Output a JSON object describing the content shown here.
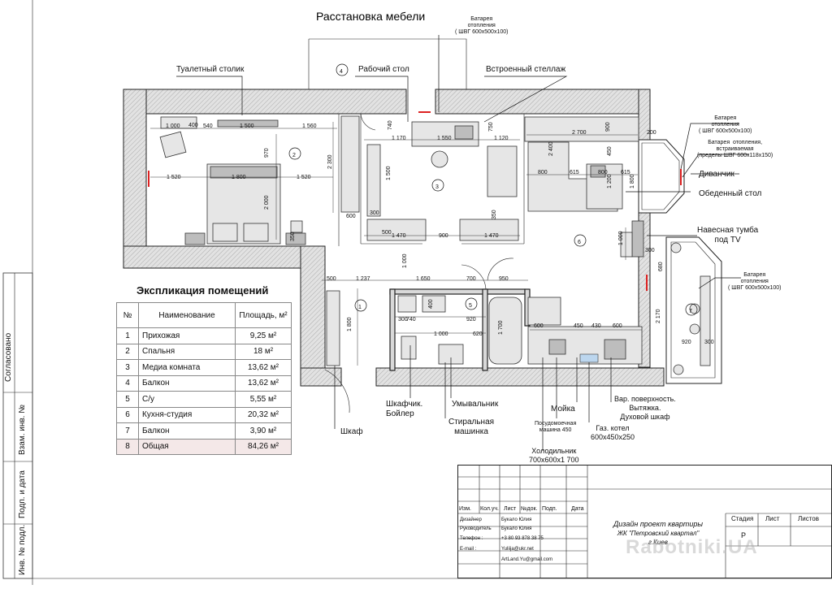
{
  "drawing_title": "Расстановка мебели",
  "labels": {
    "battery_top": "Батарея\nотопления\n( ШВГ 600х500х100)",
    "dressing_table": "Туалетный столик",
    "desk": "Рабочий стол",
    "shelving": "Встроенный стеллаж",
    "battery_right1": "Батарея\nотопления\n( ШВГ 600х500х100)",
    "battery_right2": "Батарея  отопления,\nвстраиваемая\n(пределы ШВГ 600х118х150)",
    "sofa": "Диванчик",
    "dining_table": "Обеденный стол",
    "tv_stand": "Навесная тумба\nпод TV",
    "battery_right3": "Батарея\nотопления\n( ШВГ 600х500х100)",
    "wardrobe": "Шкаф",
    "cabinet_boiler": "Шкафчик.\nБойлер",
    "sink_bath": "Умывальник",
    "washer": "Стиральная\nмашинка",
    "kitchen_sink": "Мойка",
    "dishwasher": "Посудомоечная\nмашина 450",
    "fridge": "Холодильник\n700х600х1 700",
    "gas_boiler": "Газ. котел\n600х450х250",
    "hob": "Вар. поверхность.\nВытяжка.\nДуховой шкаф"
  },
  "room_numbers": [
    "1",
    "2",
    "3",
    "4",
    "5",
    "6",
    "7"
  ],
  "explication": {
    "title": "Экспликация помещений",
    "headers": [
      "№",
      "Наименование",
      "Площадь, м²"
    ],
    "rows": [
      {
        "n": "1",
        "name": "Прихожая",
        "area": "9,25 м²"
      },
      {
        "n": "2",
        "name": "Спальня",
        "area": "18 м²"
      },
      {
        "n": "3",
        "name": "Медиа комната",
        "area": "13,62 м²"
      },
      {
        "n": "4",
        "name": "Балкон",
        "area": "13,62 м²"
      },
      {
        "n": "5",
        "name": "С/у",
        "area": "5,55 м²"
      },
      {
        "n": "6",
        "name": "Кухня-студия",
        "area": "20,32 м²"
      },
      {
        "n": "7",
        "name": "Балкон",
        "area": "3,90 м²"
      },
      {
        "n": "8",
        "name": "Общая",
        "area": "84,26 м²"
      }
    ]
  },
  "side_stamp": [
    "Согласовано",
    "Взам. инв. №",
    "Подп. и дата",
    "Инв. № подл."
  ],
  "title_block": {
    "header": [
      "Изм.",
      "Кол.уч.",
      "Лист",
      "№док.",
      "Подп.",
      "Дата"
    ],
    "roles": [
      {
        "role": "Дизайнер",
        "value": "Букало Юлия"
      },
      {
        "role": "Руководитель",
        "value": "Букало Юлия"
      },
      {
        "role": "Телефон :",
        "value": "+3 80 93 878 38 75"
      },
      {
        "role": "E-mail :",
        "value": "Yuliija@ukr.net"
      },
      {
        "role": "",
        "value": "ArtLand.Yu@gmail.com"
      }
    ],
    "project": "Дизайн проект квартиры",
    "complex": "ЖК \"Петровский квартал\"",
    "city": "г.Киев",
    "stage_headers": [
      "Стадия",
      "Лист",
      "Листов"
    ],
    "stage": "Р",
    "watermark": "Rabotniki.UA"
  },
  "dims": [
    "1 000",
    "400",
    "540",
    "1 500",
    "1 560",
    "970",
    "1 520",
    "1 800",
    "1 520",
    "2 300",
    "2 000",
    "350",
    "600",
    "740",
    "1 170",
    "1 550",
    "750",
    "1 120",
    "1 500",
    "300",
    "500",
    "1 470",
    "900",
    "1 470",
    "350",
    "2 700",
    "900",
    "200",
    "2 400",
    "800",
    "615",
    "800",
    "615",
    "450",
    "1 200",
    "1 800",
    "1 000",
    "300",
    "680",
    "2 170",
    "920",
    "300",
    "1 000",
    "500",
    "1 237",
    "1 650",
    "700",
    "950",
    "1 800",
    "300",
    "740",
    "920",
    "400",
    "1 000",
    "620",
    "1 700",
    "600",
    "450",
    "430",
    "600"
  ]
}
